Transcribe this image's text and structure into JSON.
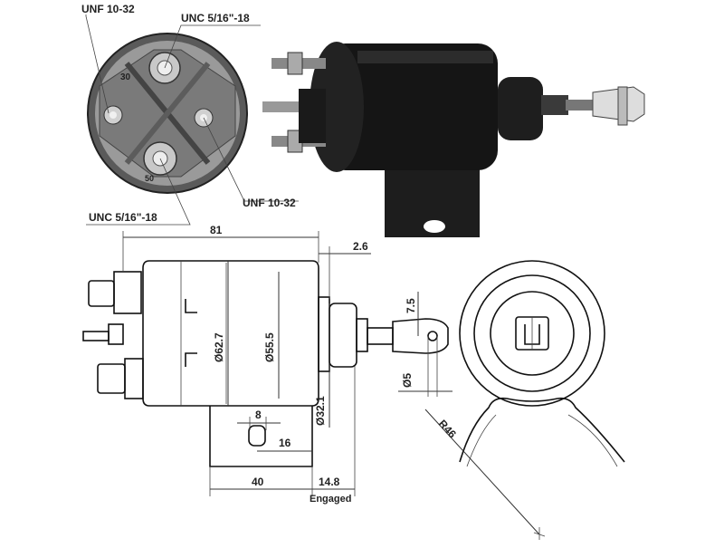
{
  "photo_callouts": {
    "top_left": "UNF 10-32",
    "top_center": "UNC 5/16\"-18",
    "bottom_right": "UNF 10-32",
    "bottom_left": "UNC 5/16\"-18",
    "terminal_mark_a": "30",
    "terminal_mark_b": "50"
  },
  "dimensions": {
    "overall_length": "81",
    "flange_gap": "2.6",
    "diameter_outer": "Ø62.7",
    "diameter_inner": "Ø55.5",
    "diameter_nose": "Ø32.1",
    "pin_offset": "7.5",
    "pin_diameter": "Ø5",
    "slot_width": "8",
    "slot_offset": "16",
    "base_length": "40",
    "plunger_travel": "14.8",
    "engaged_label": "Engaged",
    "bracket_radius": "R46"
  },
  "colors": {
    "line": "#111111",
    "photo_dark": "#1a1a1a",
    "photo_gray": "#8a8a8a"
  }
}
